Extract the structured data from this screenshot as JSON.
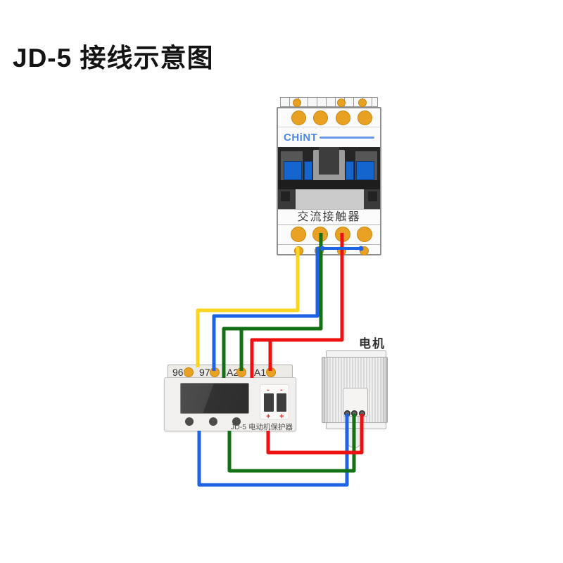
{
  "title": "JD-5 接线示意图",
  "colors": {
    "wire_yellow": "#FFD41F",
    "wire_blue": "#1E62E6",
    "wire_green": "#147014",
    "wire_red": "#EE1111",
    "terminal_orange": "#E8A122",
    "terminal_orange_border": "#C9880E",
    "brand_blue": "#4A86E2",
    "window_blue": "#1565CF"
  },
  "contactor": {
    "brand": "CHiNT",
    "label": "交流接触器"
  },
  "protector": {
    "terminals": [
      "96",
      "97",
      "A2",
      "A1"
    ],
    "label": "JD-5 电动机保护器",
    "minus": "-",
    "plus": "+"
  },
  "motor": {
    "label": "电机"
  }
}
